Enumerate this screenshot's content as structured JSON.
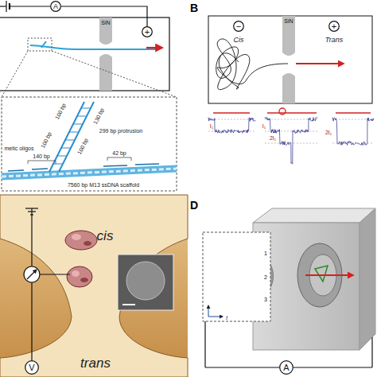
{
  "diagram": {
    "nodes": [
      {
        "text": [
          "SiN"
        ]
      },
      {
        "text": [
          "A"
        ]
      },
      {
        "text": [
          "+"
        ]
      },
      {
        "text": [
          "−"
        ]
      },
      {
        "text": [
          "SiN"
        ]
      },
      {
        "text": [
          "+"
        ]
      },
      {
        "text": [
          "V"
        ]
      },
      {
        "text": [
          "A"
        ]
      }
    ],
    "edges": [
      {
        "from": 1,
        "to": 2,
        "arrow": "none"
      }
    ],
    "labels": [
      "B",
      "D",
      "100 bp",
      "100 bp",
      "130 bp",
      "100 bp",
      "299 bp protrusion",
      "140 bp",
      "42 bp",
      "metic oligos",
      "7560 bp M13 ssDNA scaffold",
      "Cis",
      "Trans",
      "I₁",
      "I₁",
      "2I₁",
      "2I₁",
      "cis",
      "trans",
      "1",
      "2",
      "3",
      "t"
    ]
  }
}
